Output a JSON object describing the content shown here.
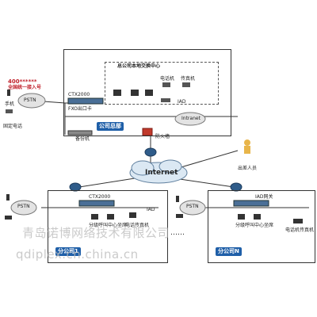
{
  "hq": {
    "dashed_title": "总公司本地交换中心",
    "tag": "公司总部",
    "ctx_label": "CTX2000",
    "fxo_label": "FXO出口卡",
    "backup_label": "备份机",
    "firewall_label": "防火墙",
    "intranet_label": "Intranet",
    "phone_label": "电话机",
    "fax_label": "传真机",
    "iad_label": "IAD"
  },
  "left_side": {
    "hotline": "400******",
    "hotline_sub": "全国统一接入号",
    "pstn": "PSTN",
    "mobile": "手机",
    "fixed_phone": "固定电话"
  },
  "internet": {
    "label": "Internet",
    "traveler": "出差人员"
  },
  "branch1": {
    "tag": "分公司1",
    "pstn": "PSTN",
    "ctx_label": "CTX2000",
    "callcenter": "分级呼叫中心坐席",
    "fax": "电话传真机",
    "iad": "IAD"
  },
  "ellipsis": "……",
  "branchN": {
    "tag": "分公司N",
    "pstn": "PSTN",
    "gw_label": "IAD网关",
    "callcenter": "分级呼叫中心坐席",
    "fax": "电话机传真机"
  },
  "watermark": {
    "line1": "青岛诺博网络技术有限公司",
    "line2": "qdiplex.cn.china.cn"
  }
}
